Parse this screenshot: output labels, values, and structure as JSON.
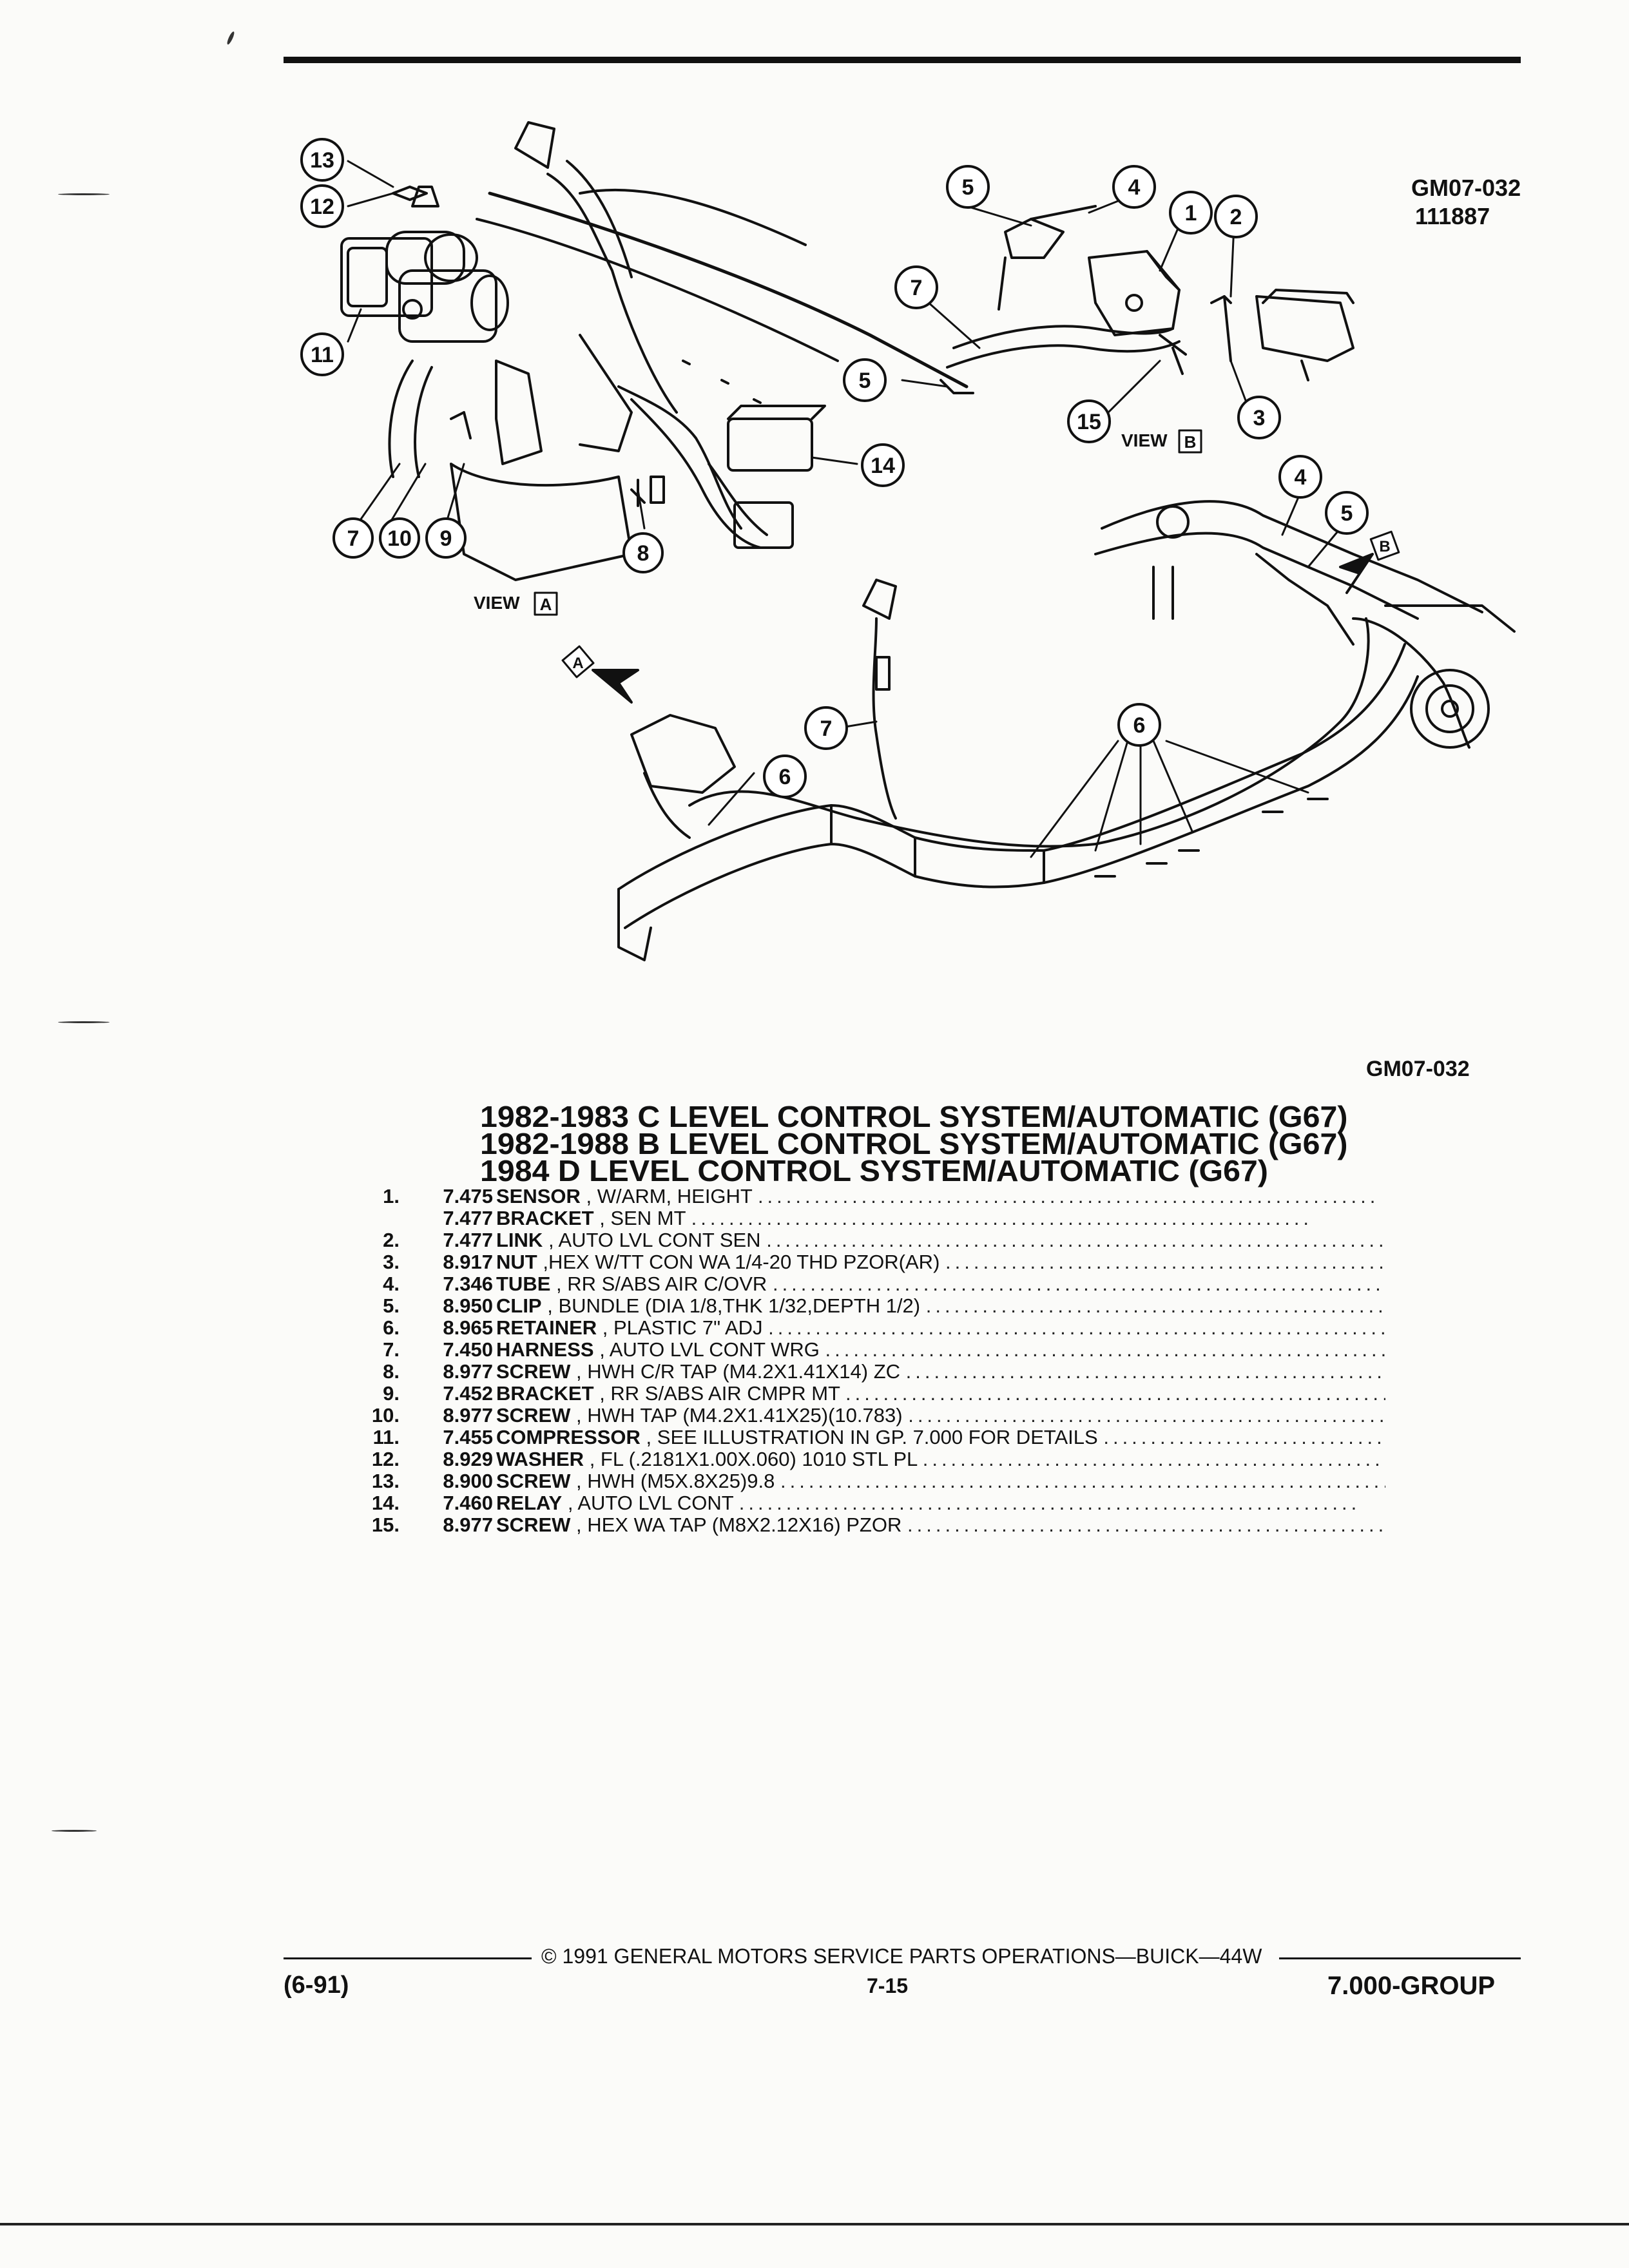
{
  "illustration": {
    "code_top": "GM07-032",
    "date_code": "111887",
    "code_bottom": "GM07-032",
    "view_a_word": "VIEW",
    "view_a_letter": "A",
    "view_b_word": "VIEW",
    "view_b_letter": "B",
    "arrow_a_letter": "A",
    "arrow_b_letter": "B",
    "callouts": [
      {
        "id": "c13",
        "label": "13"
      },
      {
        "id": "c12",
        "label": "12"
      },
      {
        "id": "c11",
        "label": "11"
      },
      {
        "id": "c7a",
        "label": "7"
      },
      {
        "id": "c10",
        "label": "10"
      },
      {
        "id": "c9",
        "label": "9"
      },
      {
        "id": "c8",
        "label": "8"
      },
      {
        "id": "c14",
        "label": "14"
      },
      {
        "id": "c5a",
        "label": "5"
      },
      {
        "id": "c4a",
        "label": "4"
      },
      {
        "id": "c1",
        "label": "1"
      },
      {
        "id": "c2",
        "label": "2"
      },
      {
        "id": "c7b",
        "label": "7"
      },
      {
        "id": "c5b",
        "label": "5"
      },
      {
        "id": "c15",
        "label": "15"
      },
      {
        "id": "c3",
        "label": "3"
      },
      {
        "id": "c4b",
        "label": "4"
      },
      {
        "id": "c5c",
        "label": "5"
      },
      {
        "id": "c7c",
        "label": "7"
      },
      {
        "id": "c6a",
        "label": "6"
      },
      {
        "id": "c6b",
        "label": "6"
      }
    ]
  },
  "title": {
    "line1": "1982-1983 C LEVEL CONTROL SYSTEM/AUTOMATIC (G67)",
    "line2": "1982-1988 B LEVEL CONTROL SYSTEM/AUTOMATIC (G67)",
    "line3": "1984 D LEVEL CONTROL SYSTEM/AUTOMATIC (G67)"
  },
  "parts": [
    {
      "num": "1.",
      "code": "7.475",
      "name": "SENSOR",
      "desc": ", W/ARM, HEIGHT"
    },
    {
      "num": "",
      "code": "7.477",
      "name": "BRACKET",
      "desc": ", SEN MT"
    },
    {
      "num": "2.",
      "code": "7.477",
      "name": "LINK",
      "desc": ", AUTO LVL CONT SEN"
    },
    {
      "num": "3.",
      "code": "8.917",
      "name": "NUT",
      "desc": ",HEX W/TT CON WA 1/4-20 THD PZOR(AR)"
    },
    {
      "num": "4.",
      "code": "7.346",
      "name": "TUBE",
      "desc": ", RR S/ABS AIR C/OVR"
    },
    {
      "num": "5.",
      "code": "8.950",
      "name": "CLIP",
      "desc": ", BUNDLE (DIA 1/8,THK 1/32,DEPTH 1/2)"
    },
    {
      "num": "6.",
      "code": "8.965",
      "name": "RETAINER",
      "desc": ", PLASTIC 7\" ADJ"
    },
    {
      "num": "7.",
      "code": "7.450",
      "name": "HARNESS",
      "desc": ", AUTO LVL CONT WRG"
    },
    {
      "num": "8.",
      "code": "8.977",
      "name": "SCREW",
      "desc": ", HWH C/R TAP (M4.2X1.41X14) ZC"
    },
    {
      "num": "9.",
      "code": "7.452",
      "name": "BRACKET",
      "desc": ", RR S/ABS AIR CMPR MT"
    },
    {
      "num": "10.",
      "code": "8.977",
      "name": "SCREW",
      "desc": ", HWH TAP (M4.2X1.41X25)(10.783)"
    },
    {
      "num": "11.",
      "code": "7.455",
      "name": "COMPRESSOR",
      "desc": ", SEE ILLUSTRATION IN GP. 7.000 FOR DETAILS"
    },
    {
      "num": "12.",
      "code": "8.929",
      "name": "WASHER",
      "desc": ", FL (.2181X1.00X.060) 1010 STL PL"
    },
    {
      "num": "13.",
      "code": "8.900",
      "name": "SCREW",
      "desc": ", HWH (M5X.8X25)9.8"
    },
    {
      "num": "14.",
      "code": "7.460",
      "name": "RELAY",
      "desc": ", AUTO LVL CONT"
    },
    {
      "num": "15.",
      "code": "8.977",
      "name": "SCREW",
      "desc": ", HEX WA TAP (M8X2.12X16) PZOR"
    }
  ],
  "footer": {
    "copyright": "© 1991 GENERAL MOTORS SERVICE PARTS OPERATIONS—BUICK—44W",
    "revision": "(6-91)",
    "page": "7-15",
    "group": "7.000-GROUP"
  }
}
